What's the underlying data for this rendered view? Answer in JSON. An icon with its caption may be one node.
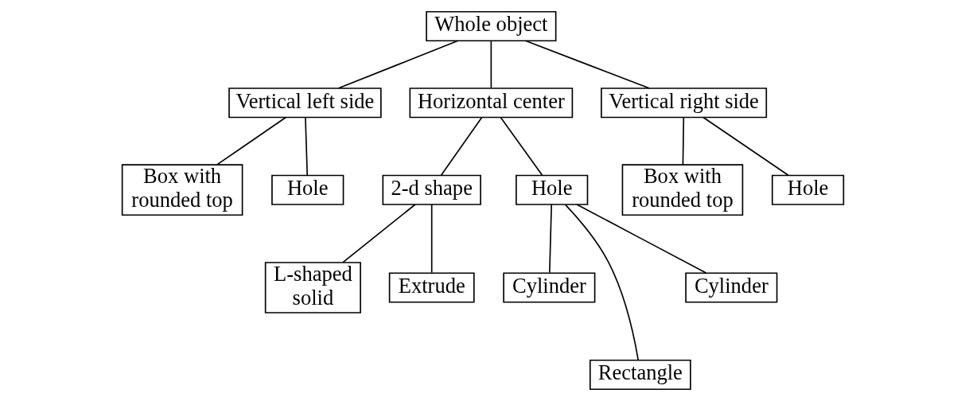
{
  "diagram": {
    "nodes": [
      {
        "text": [
          "Whole object"
        ]
      },
      {
        "text": [
          "Vertical left side"
        ]
      },
      {
        "text": [
          "Horizontal center"
        ]
      },
      {
        "text": [
          "Vertical right side"
        ]
      },
      {
        "text": [
          "Box with rounded top"
        ]
      },
      {
        "text": [
          "Hole"
        ]
      },
      {
        "text": [
          "2-d shape"
        ]
      },
      {
        "text": [
          "Hole"
        ]
      },
      {
        "text": [
          "L-shaped solid"
        ]
      },
      {
        "text": [
          "Extrude"
        ]
      },
      {
        "text": [
          "Cylinder"
        ]
      },
      {
        "text": [
          "Rectangle"
        ]
      },
      {
        "text": [
          "Cylinder"
        ]
      },
      {
        "text": [
          "Box with rounded top"
        ]
      },
      {
        "text": [
          "Hole"
        ]
      }
    ],
    "edges": [
      {
        "from": 0,
        "to": 1,
        "arrow": "none"
      },
      {
        "from": 0,
        "to": 2,
        "arrow": "none"
      },
      {
        "from": 0,
        "to": 3,
        "arrow": "none"
      },
      {
        "from": 1,
        "to": 4,
        "arrow": "none"
      },
      {
        "from": 1,
        "to": 5,
        "arrow": "none"
      },
      {
        "from": 2,
        "to": 6,
        "arrow": "none"
      },
      {
        "from": 2,
        "to": 7,
        "arrow": "none"
      },
      {
        "from": 6,
        "to": 8,
        "arrow": "none"
      },
      {
        "from": 6,
        "to": 9,
        "arrow": "none"
      },
      {
        "from": 7,
        "to": 10,
        "arrow": "none"
      },
      {
        "from": 7,
        "to": 11,
        "arrow": "none"
      },
      {
        "from": 7,
        "to": 12,
        "arrow": "none"
      },
      {
        "from": 3,
        "to": 13,
        "arrow": "none"
      },
      {
        "from": 3,
        "to": 14,
        "arrow": "none"
      }
    ]
  }
}
